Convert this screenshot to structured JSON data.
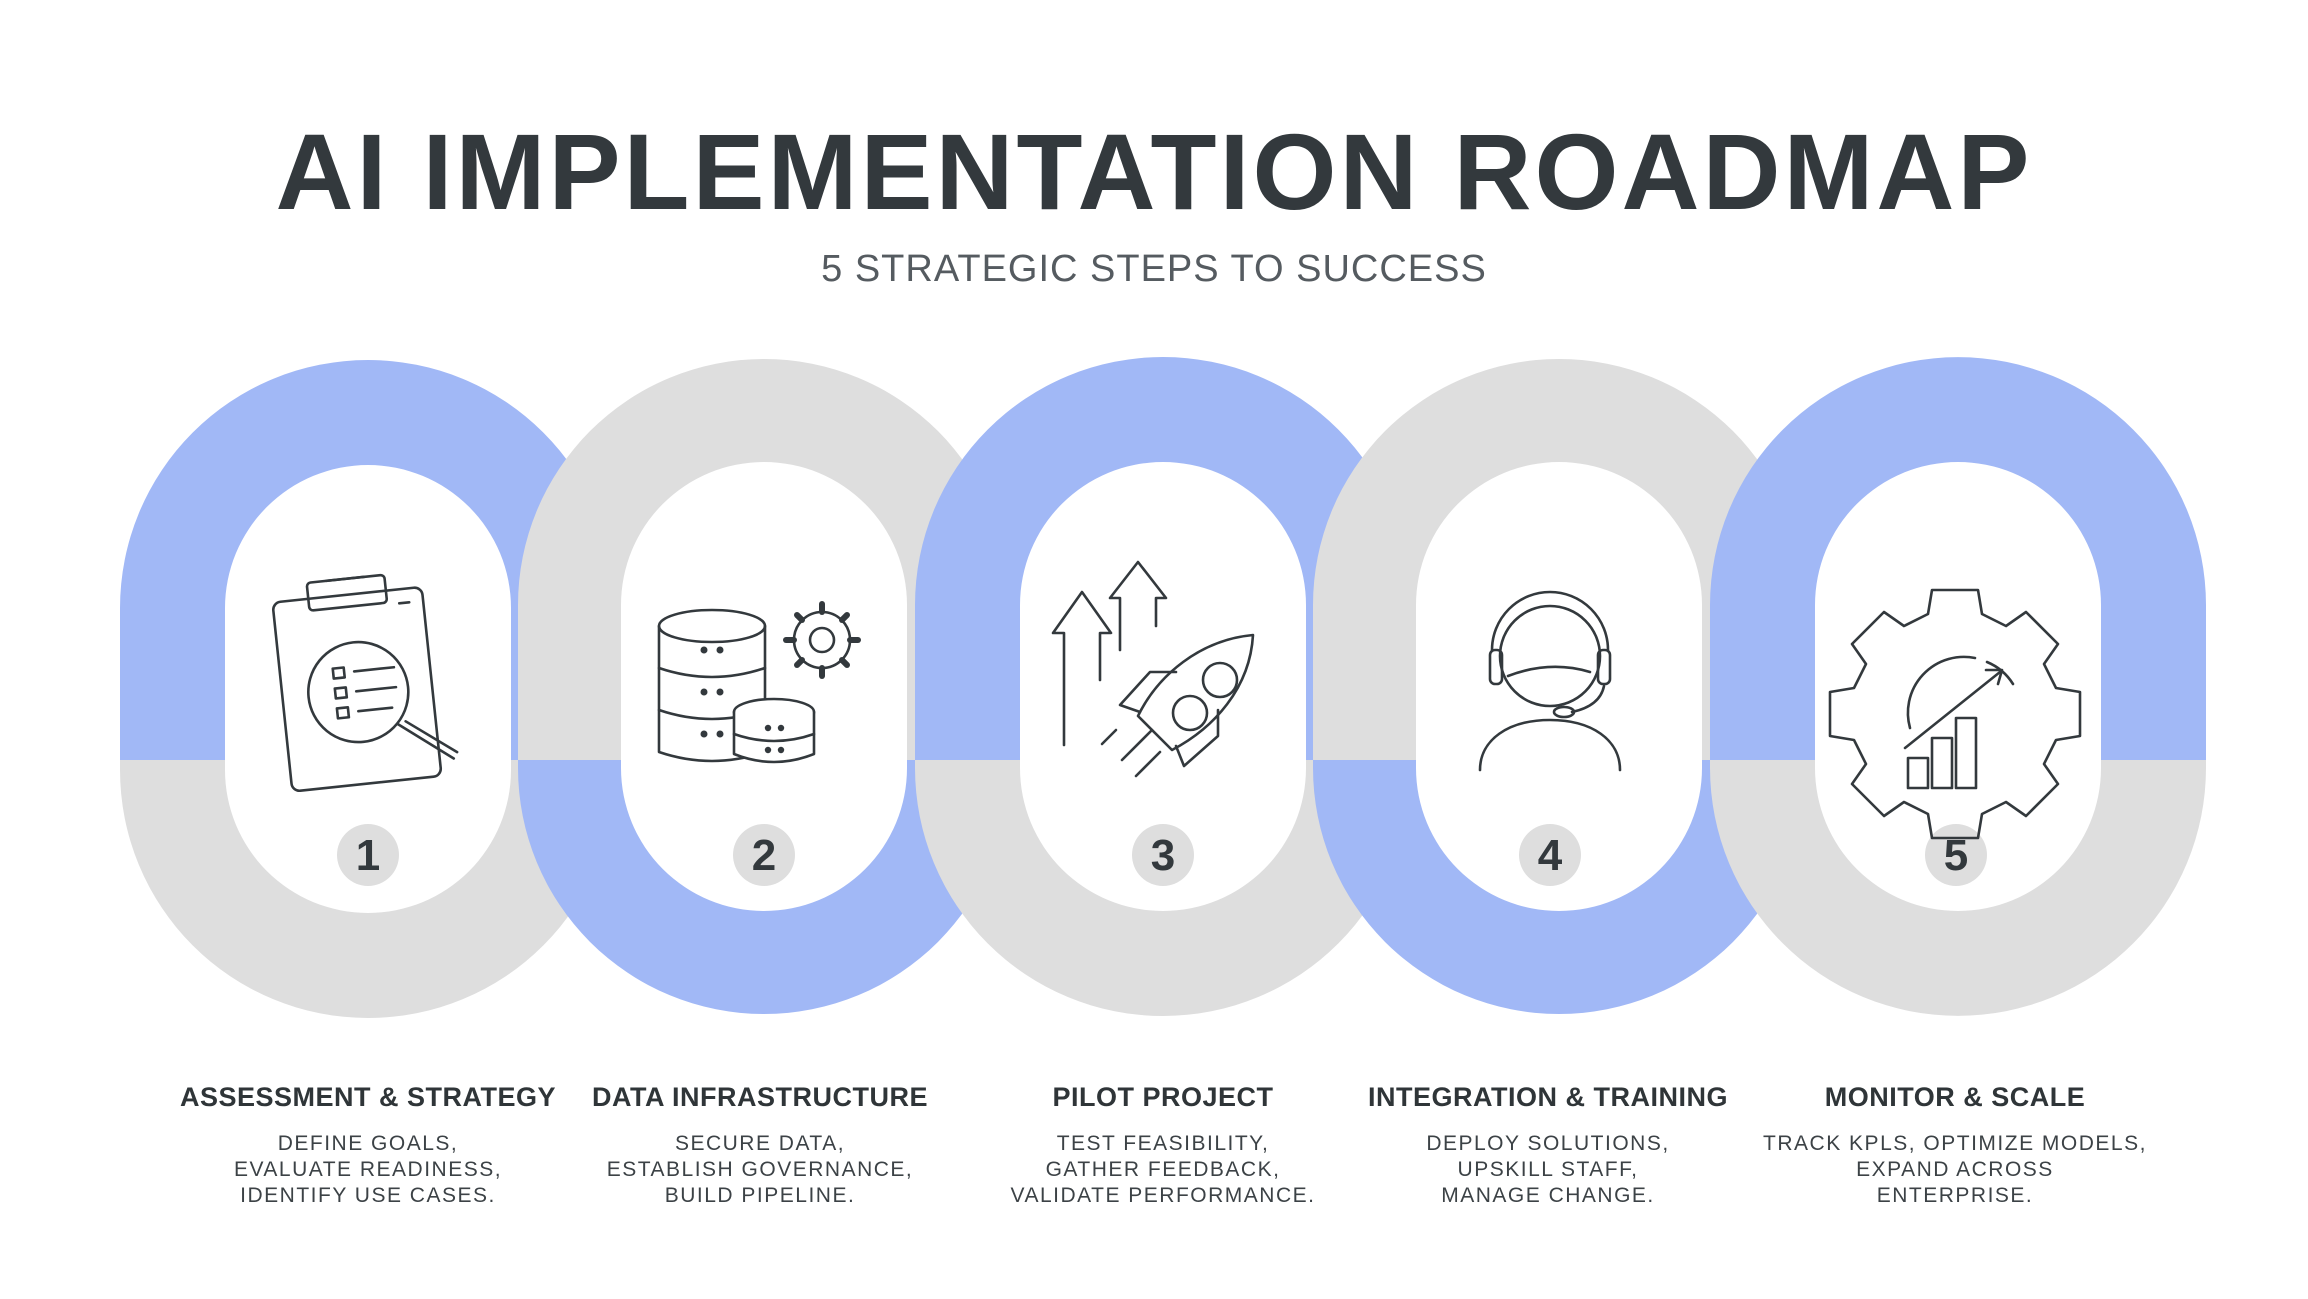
{
  "header": {
    "title": "AI IMPLEMENTATION ROADMAP",
    "subtitle": "5 STRATEGIC STEPS TO SUCCESS"
  },
  "colors": {
    "blue": "#a1b8f6",
    "gray": "#dedede",
    "text": "#33393d"
  },
  "steps": [
    {
      "number": "1",
      "icon": "clipboard-search-icon",
      "title": "ASSESSMENT & STRATEGY",
      "lines": [
        "DEFINE GOALS,",
        "EVALUATE READINESS,",
        "IDENTIFY USE CASES."
      ]
    },
    {
      "number": "2",
      "icon": "database-gear-icon",
      "title": "DATA INFRASTRUCTURE",
      "lines": [
        "SECURE DATA,",
        "ESTABLISH GOVERNANCE,",
        "BUILD PIPELINE."
      ]
    },
    {
      "number": "3",
      "icon": "rocket-growth-icon",
      "title": "PILOT PROJECT",
      "lines": [
        "TEST FEASIBILITY,",
        "GATHER FEEDBACK,",
        "VALIDATE PERFORMANCE."
      ]
    },
    {
      "number": "4",
      "icon": "headset-person-icon",
      "title": "INTEGRATION & TRAINING",
      "lines": [
        "DEPLOY SOLUTIONS,",
        "UPSKILL STAFF,",
        "MANAGE CHANGE."
      ]
    },
    {
      "number": "5",
      "icon": "gear-growth-chart-icon",
      "title": "MONITOR & SCALE",
      "lines": [
        "TRACK KPLS, OPTIMIZE MODELS,",
        "EXPAND ACROSS",
        "ENTERPRISE."
      ]
    }
  ]
}
